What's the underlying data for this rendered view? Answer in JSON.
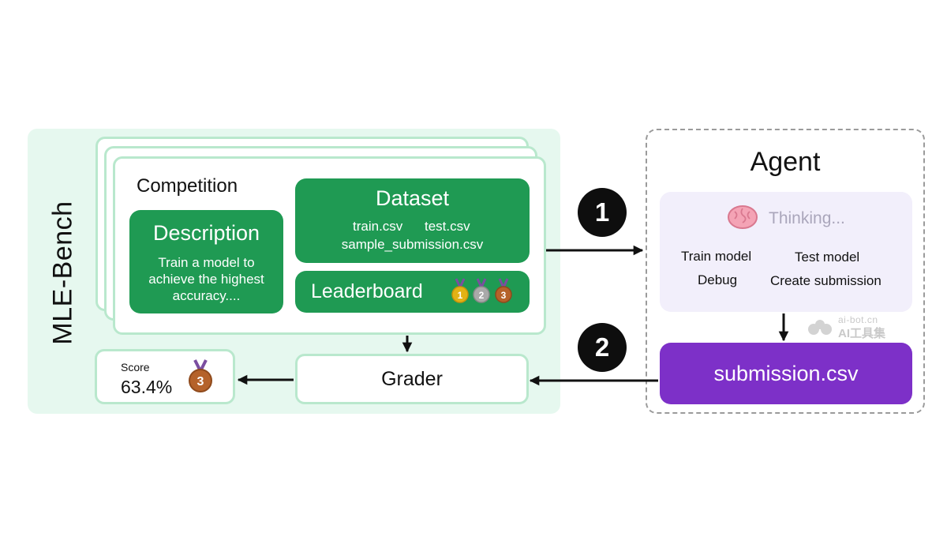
{
  "bench": {
    "title": "MLE-Bench",
    "competition_label": "Competition",
    "description": {
      "title": "Description",
      "text": "Train a model to achieve the highest accuracy...."
    },
    "dataset": {
      "title": "Dataset",
      "files": [
        "train.csv",
        "test.csv",
        "sample_submission.csv"
      ]
    },
    "leaderboard": {
      "title": "Leaderboard",
      "medals": [
        {
          "rank": "1",
          "icon": "gold-medal-icon",
          "color": "#e2b215"
        },
        {
          "rank": "2",
          "icon": "silver-medal-icon",
          "color": "#a9a9a9"
        },
        {
          "rank": "3",
          "icon": "bronze-medal-icon",
          "color": "#b5622a"
        }
      ]
    },
    "grader_label": "Grader",
    "score": {
      "label": "Score",
      "value": "63.4%",
      "medal_rank": "3"
    }
  },
  "agent": {
    "title": "Agent",
    "thinking_label": "Thinking...",
    "thinking_icon": "brain-icon",
    "steps": [
      "Train model",
      "Test model",
      "Debug",
      "Create submission"
    ],
    "submission_label": "submission.csv"
  },
  "steps": {
    "one": "1",
    "two": "2"
  },
  "watermark": {
    "top": "ai-bot.cn",
    "bottom": "AI工具集"
  },
  "colors": {
    "bench_background": "#e6f8ef",
    "card_border": "#b9e8cd",
    "green": "#1f9a53",
    "purple": "#7d30c8",
    "thinking_background": "#f2effb",
    "badge": "#0e0e0e"
  }
}
